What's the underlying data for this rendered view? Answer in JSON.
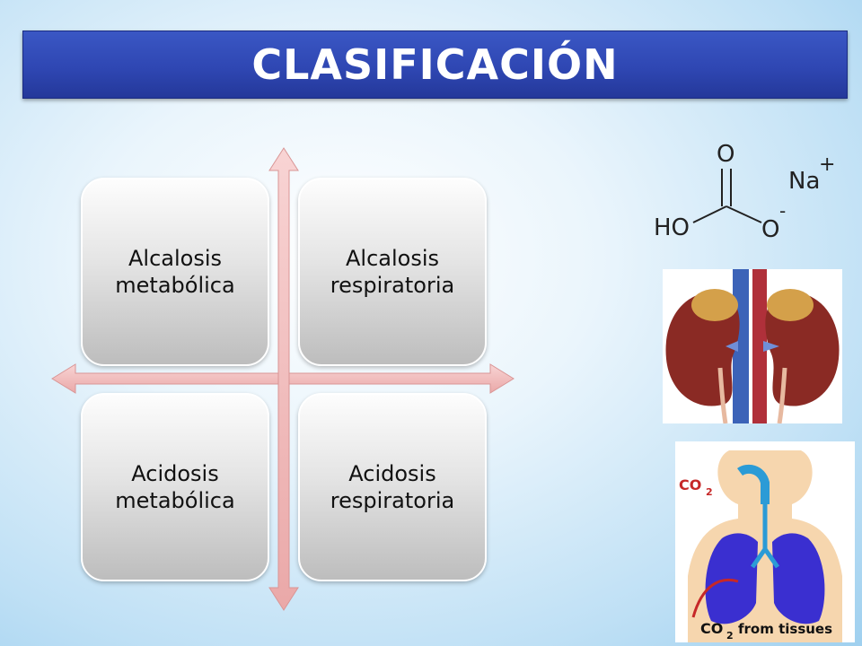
{
  "title": "CLASIFICACIÓN",
  "quadrants": [
    {
      "label": "Alcalosis\nmetabólica"
    },
    {
      "label": "Alcalosis\nrespiratoria"
    },
    {
      "label": "Acidosis\nmetabólica"
    },
    {
      "label": "Acidosis\nrespiratoria"
    }
  ],
  "chemical": {
    "oxygen_top": "O",
    "hydroxyl": "HO",
    "oxygen_right": "O",
    "minus": "-",
    "sodium": "Na",
    "plus": "+"
  },
  "lungs": {
    "co2_label": "CO",
    "co2_sub": "2",
    "from_tissues_co2": "CO",
    "from_tissues_sub": "2",
    "from_tissues_text": "from tissues"
  },
  "colors": {
    "title_bar": "#2f47b3",
    "arrow": "#f2b9b9"
  }
}
